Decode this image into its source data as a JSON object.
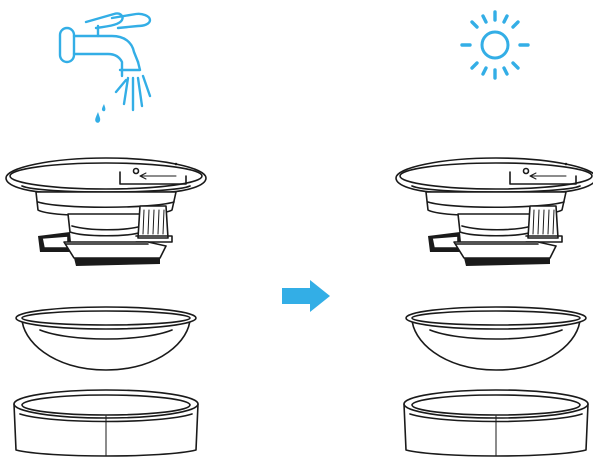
{
  "colors": {
    "accent": "#33aee6",
    "line": "#1a1a1a",
    "background": "#ffffff"
  },
  "icons": {
    "wash": "water-faucet-icon",
    "dry": "sun-icon",
    "step": "arrow-right-icon"
  },
  "columns": [
    {
      "name": "wash-step",
      "icon": "water-faucet-icon"
    },
    {
      "name": "dry-step",
      "icon": "sun-icon"
    }
  ],
  "parts": [
    "fountain-pump-top",
    "filter-tray",
    "base-ring"
  ]
}
